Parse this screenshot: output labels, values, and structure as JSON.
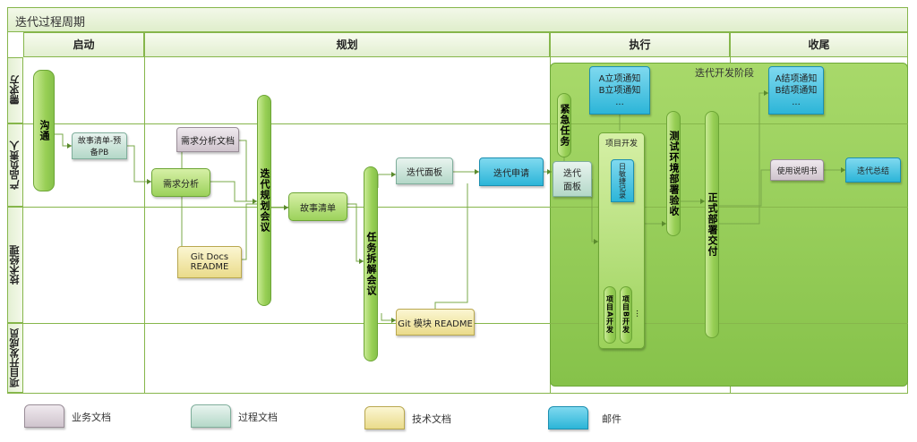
{
  "title": "迭代过程周期",
  "phases": [
    "启动",
    "规划",
    "执行",
    "收尾"
  ],
  "lanes": [
    "需求方",
    "产品负责人",
    "技术经理",
    "项目开发成员"
  ],
  "zone_label": "迭代开发阶段",
  "nodes": {
    "goutong": "沟通",
    "story_list_pre": "故事清单-预备PB",
    "req_doc": "需求分析文档",
    "req_analysis": "需求分析",
    "git_docs": "Git Docs README",
    "iter_plan_meeting": "迭代规划会议",
    "story_list": "故事清单",
    "task_meeting": "任务拆解会议",
    "iter_board_1": "迭代面板",
    "git_module": "Git 模块 README",
    "iter_apply": "迭代申请",
    "ab_notice_1": "A立项通知\nB立项通知\n...",
    "urgent_task": "紧急任务",
    "iter_board_2": "迭代面板",
    "project_dev": "项目开发",
    "daily_log": "日敏捷记录",
    "proj_a": "项目A开发",
    "proj_b": "项目B开发",
    "proj_more": "...",
    "test_deploy": "测试环境部署验收",
    "formal_deploy": "正式部署交付",
    "ab_close": "A结项通知\nB结项通知\n...",
    "manual": "使用说明书",
    "iter_summary": "迭代总结"
  },
  "legend": [
    {
      "label": "业务文档",
      "color": "#d8ced6"
    },
    {
      "label": "过程文档",
      "color": "#c3e0d4"
    },
    {
      "label": "技术文档",
      "color": "#f1e6a6"
    },
    {
      "label": "邮件",
      "color": "#3dbddf"
    }
  ]
}
